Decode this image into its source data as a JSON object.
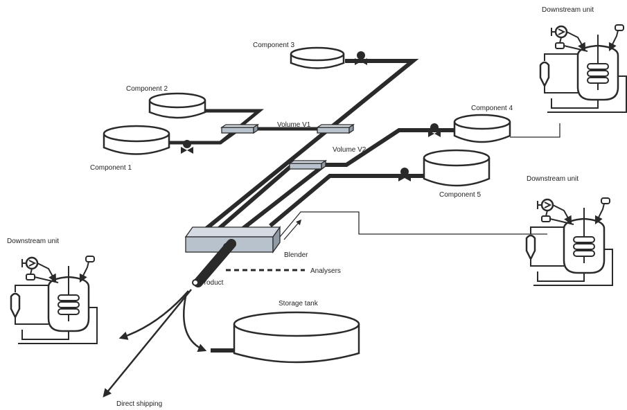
{
  "labels": {
    "component1": "Component 1",
    "component2": "Component 2",
    "component3": "Component 3",
    "component4": "Component 4",
    "component5": "Component 5",
    "volume_v1": "Volume V1",
    "volume_v2": "Volume V2",
    "blender": "Blender",
    "analysers": "Analysers",
    "product": "Product",
    "storage_tank": "Storage tank",
    "direct_shipping": "Direct shipping",
    "downstream_unit_top": "Downstream unit",
    "downstream_unit_right": "Downstream unit",
    "downstream_unit_left": "Downstream unit"
  },
  "colors": {
    "line": "#2a2a2a",
    "blender_fill": "#b8c2cc",
    "meter_fill": "#b8c2cc"
  }
}
